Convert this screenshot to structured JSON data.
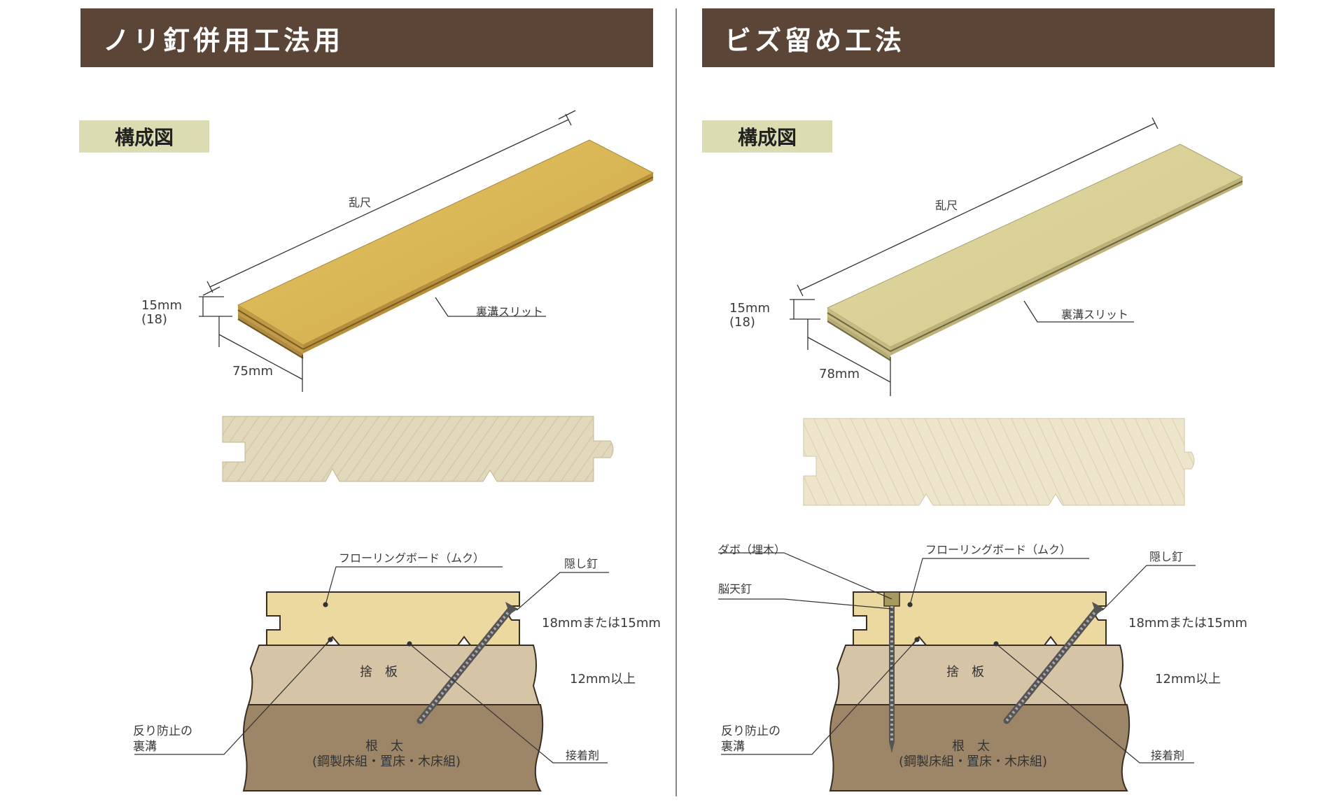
{
  "left": {
    "header": "ノリ釘併用工法用",
    "tag": "構成図",
    "length_label": "乱尺",
    "thickness_label": "15mm",
    "thickness_alt": "(18)",
    "width_label": "75mm",
    "slit_label": "裏溝スリット",
    "flooring_label": "フローリングボード（ムク）",
    "nail_label": "隠し釘",
    "floor_thickness": "18mmまたは15mm",
    "subfloor_thickness": "12mm以上",
    "subfloor_label": "捨　板",
    "groove_label_1": "反り防止の",
    "groove_label_2": "裏溝",
    "joist_label": "根　太",
    "joist_sub": "(鋼製床組・置床・木床組)",
    "adhesive_label": "接着剤"
  },
  "right": {
    "header": "ビズ留め工法",
    "tag": "構成図",
    "length_label": "乱尺",
    "thickness_label": "15mm",
    "thickness_alt": "(18)",
    "width_label": "78mm",
    "slit_label": "裏溝スリット",
    "dowel_label": "ダボ（埋木）",
    "screw_label": "脳天釘",
    "flooring_label": "フローリングボード（ムク）",
    "nail_label": "隠し釘",
    "floor_thickness": "18mmまたは15mm",
    "subfloor_thickness": "12mm以上",
    "subfloor_label": "捨　板",
    "groove_label_1": "反り防止の",
    "groove_label_2": "裏溝",
    "joist_label": "根　太",
    "joist_sub": "(鋼製床組・置床・木床組)",
    "adhesive_label": "接着剤"
  },
  "colors": {
    "banner": "#5b4536",
    "tag": "#dcdcb2",
    "board_left": "#d8b75a",
    "board_right": "#dcd49a",
    "section_board": "#ecd9a0",
    "subfloor": "#d5c4a6",
    "joist": "#9d8668"
  }
}
